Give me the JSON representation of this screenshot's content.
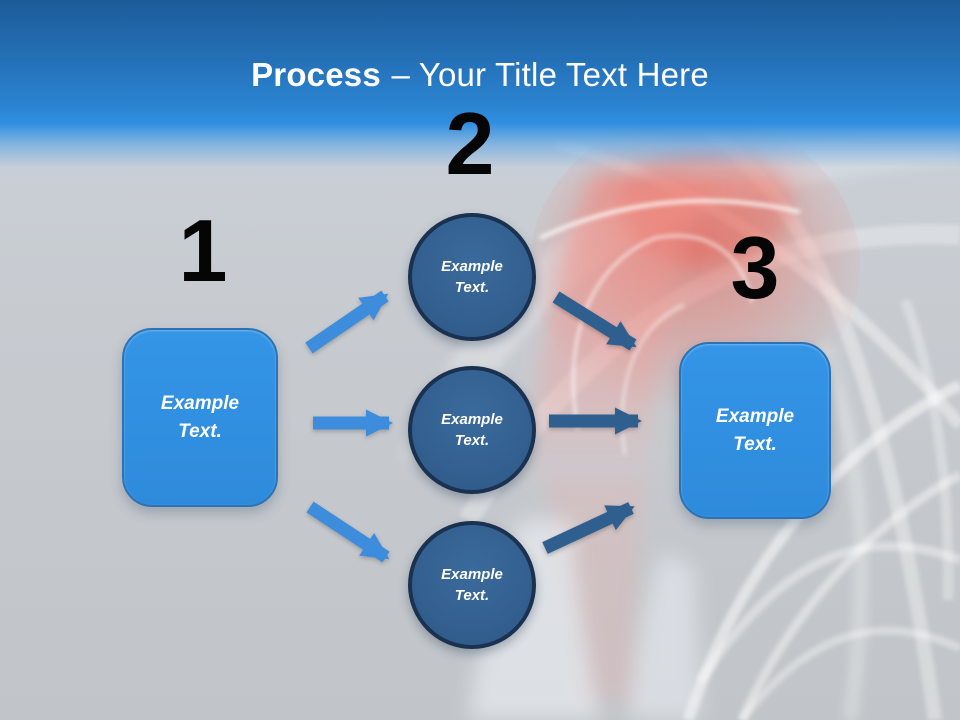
{
  "title": {
    "bold_part": "Process",
    "regular_part": "– Your Title Text Here"
  },
  "steps": [
    {
      "number": "1",
      "box_label": "Example Text."
    },
    {
      "number": "2",
      "circle_labels": [
        "Example Text.",
        "Example Text.",
        "Example Text."
      ]
    },
    {
      "number": "3",
      "box_label": "Example Text."
    }
  ],
  "colors": {
    "header_blue_top": "#1D5C99",
    "header_blue_bottom": "#2F8EE0",
    "title_text": "#FFFFFF",
    "number_text": "#050505",
    "box_fill": "#3090E2",
    "box_border": "#2B73B5",
    "circle_fill": "#33618F",
    "circle_border": "#1B3150",
    "arrow_left_set": "#3D8DDC",
    "arrow_right_set": "#2F5F8E",
    "background_gray": "#C5C9CE",
    "anatomy_red_highlight": "#E85546"
  }
}
